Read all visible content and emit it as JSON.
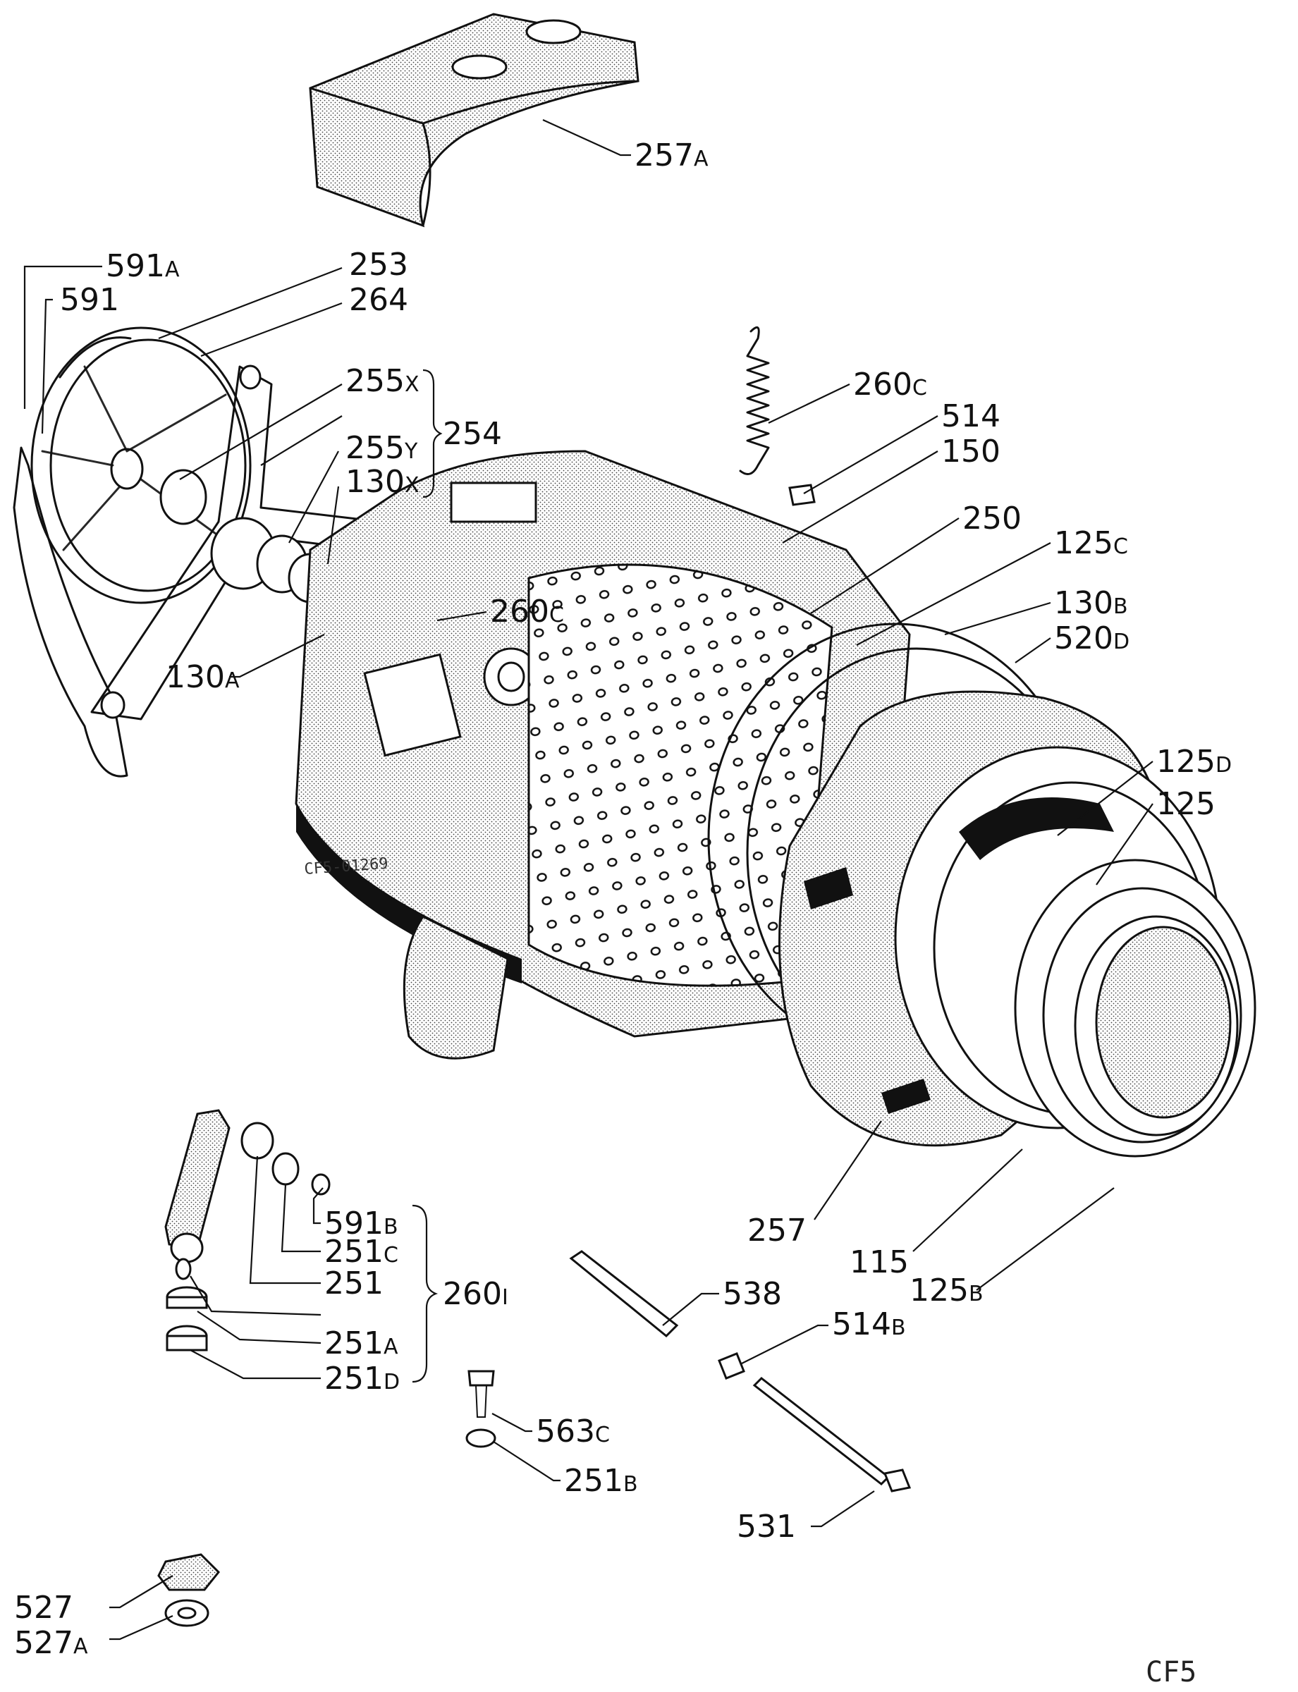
{
  "diagram_code": "CF5",
  "drawing_stamp": "CF5-01269",
  "callouts": [
    {
      "id": "257a",
      "num": "257",
      "suffix": "A"
    },
    {
      "id": "591a",
      "num": "591",
      "suffix": "A"
    },
    {
      "id": "591",
      "num": "591",
      "suffix": ""
    },
    {
      "id": "253",
      "num": "253",
      "suffix": ""
    },
    {
      "id": "264",
      "num": "264",
      "suffix": ""
    },
    {
      "id": "255x",
      "num": "255",
      "suffix": "X"
    },
    {
      "id": "254",
      "num": "254",
      "suffix": ""
    },
    {
      "id": "255y",
      "num": "255",
      "suffix": "Y"
    },
    {
      "id": "130x",
      "num": "130",
      "suffix": "X"
    },
    {
      "id": "260c_top",
      "num": "260",
      "suffix": "C"
    },
    {
      "id": "514",
      "num": "514",
      "suffix": ""
    },
    {
      "id": "150",
      "num": "150",
      "suffix": ""
    },
    {
      "id": "250",
      "num": "250",
      "suffix": ""
    },
    {
      "id": "125c",
      "num": "125",
      "suffix": "C"
    },
    {
      "id": "260c_mid",
      "num": "260",
      "suffix": "C"
    },
    {
      "id": "130b",
      "num": "130",
      "suffix": "B"
    },
    {
      "id": "520d",
      "num": "520",
      "suffix": "D"
    },
    {
      "id": "130a",
      "num": "130",
      "suffix": "A"
    },
    {
      "id": "125d",
      "num": "125",
      "suffix": "D"
    },
    {
      "id": "125",
      "num": "125",
      "suffix": ""
    },
    {
      "id": "591b",
      "num": "591",
      "suffix": "B"
    },
    {
      "id": "251c",
      "num": "251",
      "suffix": "C"
    },
    {
      "id": "251",
      "num": "251",
      "suffix": ""
    },
    {
      "id": "260i",
      "num": "260",
      "suffix": "I"
    },
    {
      "id": "251a",
      "num": "251",
      "suffix": "A"
    },
    {
      "id": "251d",
      "num": "251",
      "suffix": "D"
    },
    {
      "id": "257",
      "num": "257",
      "suffix": ""
    },
    {
      "id": "115",
      "num": "115",
      "suffix": ""
    },
    {
      "id": "125b",
      "num": "125",
      "suffix": "B"
    },
    {
      "id": "538",
      "num": "538",
      "suffix": ""
    },
    {
      "id": "514b",
      "num": "514",
      "suffix": "B"
    },
    {
      "id": "563c",
      "num": "563",
      "suffix": "C"
    },
    {
      "id": "251b",
      "num": "251",
      "suffix": "B"
    },
    {
      "id": "531",
      "num": "531",
      "suffix": ""
    },
    {
      "id": "527",
      "num": "527",
      "suffix": ""
    },
    {
      "id": "527a",
      "num": "527",
      "suffix": "A"
    }
  ]
}
